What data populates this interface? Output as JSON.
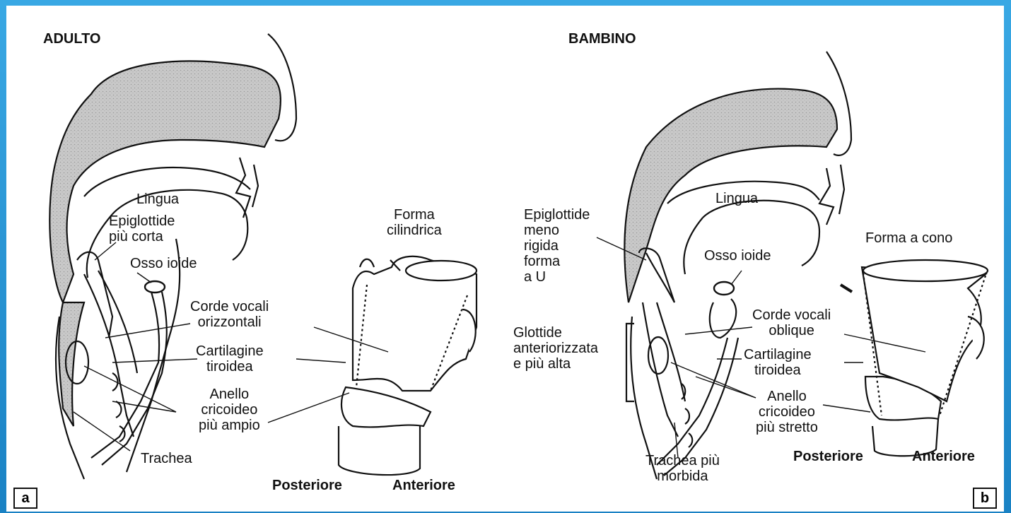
{
  "left": {
    "title": "ADULTO",
    "tag": "a",
    "labels": {
      "lingua": "Lingua",
      "epiglottide_1": "Epiglottide",
      "epiglottide_2": "più corta",
      "osso_ioide": "Osso ioide",
      "corde_1": "Corde vocali",
      "corde_2": "orizzontali",
      "cartilagine_1": "Cartilagine",
      "cartilagine_2": "tiroidea",
      "anello_1": "Anello",
      "anello_2": "cricoideo",
      "anello_3": "più ampio",
      "trachea": "Trachea",
      "forma_1": "Forma",
      "forma_2": "cilindrica",
      "posteriore": "Posteriore",
      "anteriore": "Anteriore"
    }
  },
  "right": {
    "title": "BAMBINO",
    "tag": "b",
    "labels": {
      "lingua": "Lingua",
      "epi_1": "Epiglottide",
      "epi_2": "meno",
      "epi_3": "rigida",
      "epi_4": "forma",
      "epi_5": "a U",
      "osso_ioide": "Osso ioide",
      "forma": "Forma a cono",
      "glottide_1": "Glottide",
      "glottide_2": "anteriorizzata",
      "glottide_3": "e più alta",
      "corde_1": "Corde vocali",
      "corde_2": "oblique",
      "cartilagine_1": "Cartilagine",
      "cartilagine_2": "tiroidea",
      "anello_1": "Anello",
      "anello_2": "cricoideo",
      "anello_3": "più stretto",
      "trachea_1": "Trachea più",
      "trachea_2": "morbida",
      "posteriore": "Posteriore",
      "anteriore": "Anteriore"
    }
  }
}
